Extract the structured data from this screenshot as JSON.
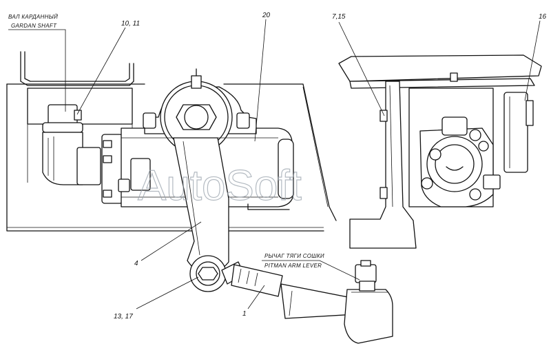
{
  "callouts": {
    "shaft_ru": "ВАЛ КАРДАННЫЙ",
    "shaft_en": "GARDAN SHAFT",
    "c_10_11": "10, 11",
    "c_20": "20",
    "c_7_15": "7,15",
    "c_16": "16",
    "c_4": "4",
    "c_13_17": "13, 17",
    "c_1": "1",
    "lever_ru": "РЫЧАГ ТЯГИ СОШКИ",
    "lever_en": "PITMAN ARM LEVER"
  },
  "watermark": "AutoSoft"
}
